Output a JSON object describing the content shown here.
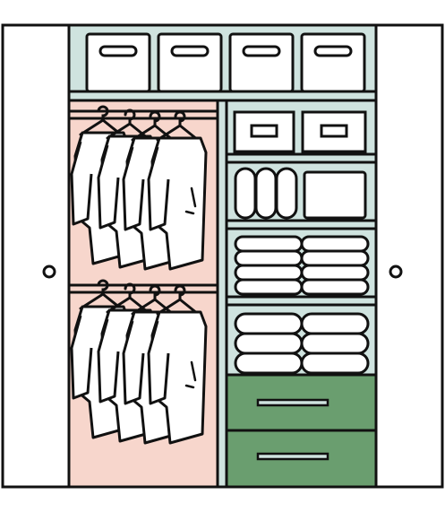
{
  "colors": {
    "outline": "#111111",
    "background": "#ffffff",
    "shelf_blue": "#cfe3df",
    "hanging_pink": "#f7d6cc",
    "drawer_green": "#6a9e6f",
    "garment_white": "#ffffff"
  },
  "closet": {
    "doors": [
      {
        "side": "left",
        "knob": "knob-icon"
      },
      {
        "side": "right",
        "knob": "knob-icon"
      }
    ],
    "top_bins_count": 4,
    "hanging_sections": [
      {
        "garments_count": 4
      },
      {
        "garments_count": 4
      }
    ],
    "right_column": {
      "small_boxes_count": 2,
      "rolled_items_count": 3,
      "folded_stacks": [
        {
          "stacks": 2,
          "items_per_stack": 4
        },
        {
          "stacks": 2,
          "items_per_stack": 3
        }
      ],
      "drawers_count": 2
    }
  }
}
